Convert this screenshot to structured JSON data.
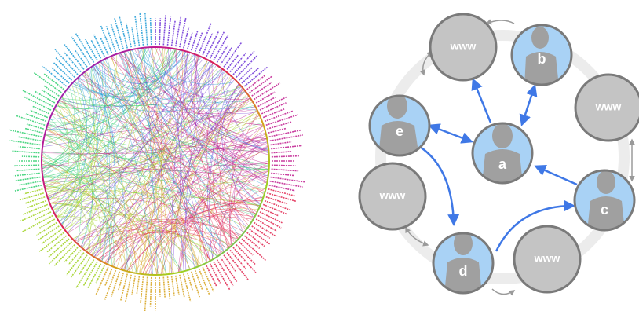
{
  "left_panel": {
    "watermark_text": "",
    "ring_color_stops": [
      "#6b2fd6",
      "#c01b8e",
      "#e0234d",
      "#d6a21b",
      "#9fd11f",
      "#2fcf6f",
      "#1f9bd6",
      "#3b53c9"
    ]
  },
  "right_panel": {
    "nodes": [
      {
        "id": "www-top",
        "kind": "www",
        "label": "www"
      },
      {
        "id": "b",
        "kind": "person",
        "label": "b"
      },
      {
        "id": "e",
        "kind": "person",
        "label": "e"
      },
      {
        "id": "www-right",
        "kind": "www",
        "label": "www"
      },
      {
        "id": "a",
        "kind": "person",
        "label": "a"
      },
      {
        "id": "www-left",
        "kind": "www",
        "label": "www"
      },
      {
        "id": "c",
        "kind": "person",
        "label": "c"
      },
      {
        "id": "d",
        "kind": "person",
        "label": "d"
      },
      {
        "id": "www-bottom",
        "kind": "www",
        "label": "www"
      }
    ],
    "colors": {
      "www_fill": "#c4c4c4",
      "person_bg": "#a9d2f5",
      "silhouette": "#a0a0a0",
      "node_stroke": "#7a7a7a",
      "arrow_blue": "#3f78e6",
      "arrow_gray": "#9a9a9a",
      "ring": "#ececec"
    }
  }
}
